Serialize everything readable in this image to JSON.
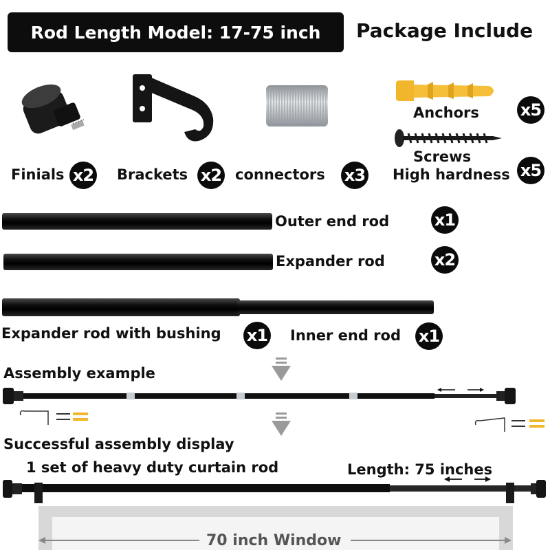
{
  "header": {
    "model_label": "Rod Length Model: 17-75 inch",
    "package_title": "Package Include"
  },
  "parts": {
    "finials": {
      "label": "Finials",
      "qty": "x2"
    },
    "brackets": {
      "label": "Brackets",
      "qty": "x2"
    },
    "connectors": {
      "label": "connectors",
      "qty": "x3"
    },
    "anchors": {
      "label": "Anchors",
      "qty": "x5"
    },
    "screws": {
      "label": "Screws",
      "sub": "High hardness",
      "qty": "x5"
    }
  },
  "rods": {
    "outer_end": {
      "label": "Outer end rod",
      "qty": "x1"
    },
    "expander": {
      "label": "Expander rod",
      "qty": "x2"
    },
    "expander_bushing": {
      "label": "Expander rod with bushing",
      "qty": "x1"
    },
    "inner_end": {
      "label": "Inner end rod",
      "qty": "x1"
    }
  },
  "assembly": {
    "example_title": "Assembly example"
  },
  "display": {
    "title": "Successful assembly display",
    "subtitle": "1 set of heavy duty curtain rod",
    "length_label": "Length: 75 inches",
    "window_label": "70 inch Window"
  },
  "colors": {
    "anchor": "#f2b62c",
    "rod": "#111111",
    "connector": "#b8bcc2"
  }
}
